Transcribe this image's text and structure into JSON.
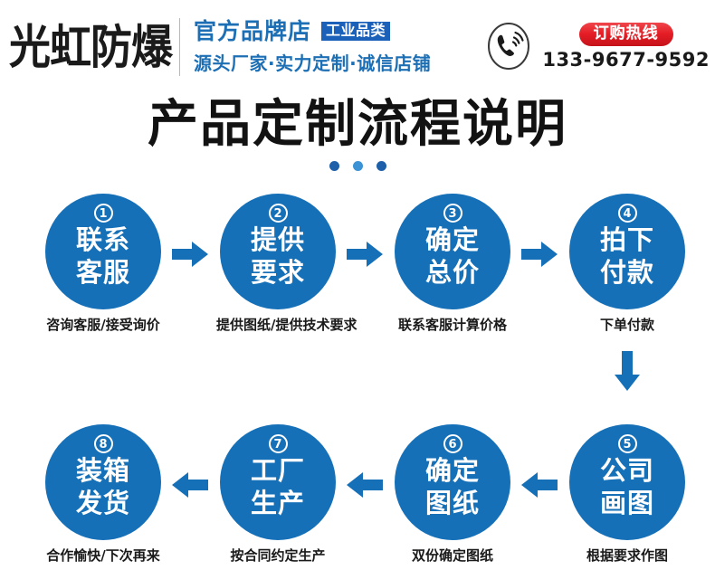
{
  "header": {
    "logo_text": "光虹防爆",
    "brand_title": "官方品牌店",
    "brand_badge": "工业品类",
    "brand_subtitle": "源头厂家·实力定制·诚信店铺",
    "phone_icon": "phone-ring-icon",
    "hotline_label": "订购热线",
    "hotline_number": "133-9677-9592",
    "colors": {
      "brand_blue": "#1c6fb4",
      "badge_blue": "#1b61ba",
      "hotline_red": "#e41d25",
      "logo_black": "#1a1a1a"
    }
  },
  "title": {
    "text": "产品定制流程说明",
    "dots": [
      "dark",
      "light",
      "dark"
    ],
    "dot_dark_color": "#1d5fa8",
    "dot_light_color": "#3b92d4"
  },
  "flow": {
    "circle_color": "#1570b8",
    "arrow_color": "#1570b8",
    "row1": [
      {
        "number": "1",
        "label_line1": "联系",
        "label_line2": "客服",
        "caption": "咨询客服/接受询价"
      },
      {
        "number": "2",
        "label_line1": "提供",
        "label_line2": "要求",
        "caption": "提供图纸/提供技术要求"
      },
      {
        "number": "3",
        "label_line1": "确定",
        "label_line2": "总价",
        "caption": "联系客服计算价格"
      },
      {
        "number": "4",
        "label_line1": "拍下",
        "label_line2": "付款",
        "caption": "下单付款"
      }
    ],
    "row2": [
      {
        "number": "8",
        "label_line1": "装箱",
        "label_line2": "发货",
        "caption": "合作愉快/下次再来"
      },
      {
        "number": "7",
        "label_line1": "工厂",
        "label_line2": "生产",
        "caption": "按合同约定生产"
      },
      {
        "number": "6",
        "label_line1": "确定",
        "label_line2": "图纸",
        "caption": "双份确定图纸"
      },
      {
        "number": "5",
        "label_line1": "公司",
        "label_line2": "画图",
        "caption": "根据要求作图"
      }
    ],
    "arrows": {
      "row1_direction": "right",
      "row2_direction": "left",
      "connector_direction": "down"
    }
  }
}
